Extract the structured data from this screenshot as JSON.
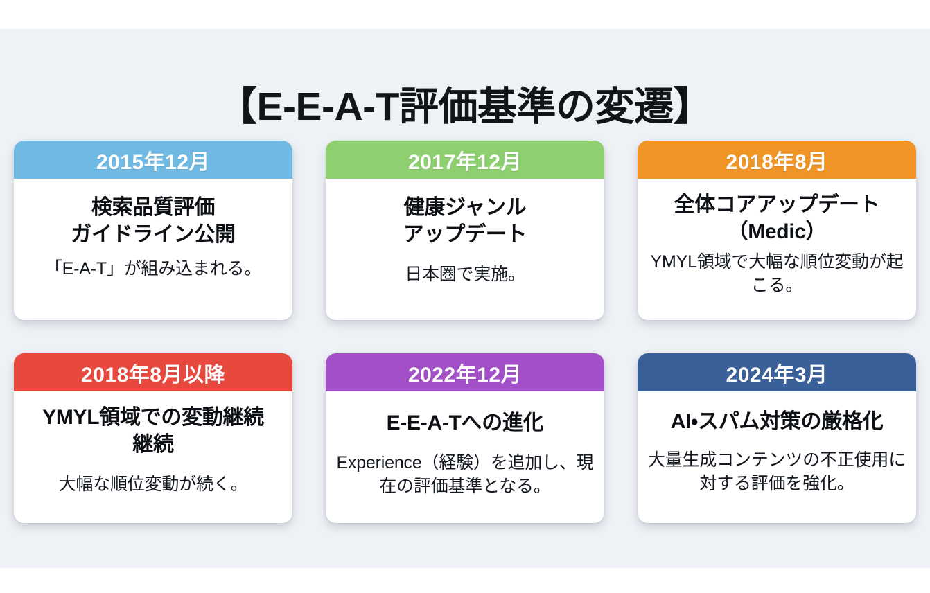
{
  "slide": {
    "title": "【E-E-A-T評価基準の変遷】",
    "background_color": "#eef1f5",
    "outer_background_color": "#ffffff"
  },
  "cards": [
    {
      "date": "2015年12月",
      "title": "検索品質評価\nガイドライン公開",
      "title_line1": "検索品質評価",
      "title_line2": "ガイドライン公開",
      "description": "「E-A-T」が組み込まれる。",
      "header_color": "#6fb9e2"
    },
    {
      "date": "2017年12月",
      "title": "健康ジャンル\nアップデート",
      "title_line1": "健康ジャンル",
      "title_line2": "アップデート",
      "description": "日本圏で実施。",
      "header_color": "#8ed070"
    },
    {
      "date": "2018年8月",
      "title": "全体コアアップデート\n（Medic）",
      "title_line1": "全体コアアップデート",
      "title_line2": "（Medic）",
      "description": "YMYL領域で大幅な順位変動が起こる。",
      "header_color": "#f09426"
    },
    {
      "date": "2018年8月以降",
      "title": "YMYL領域での変動継続継続",
      "title_line1": "YMYL領域での変動継続",
      "title_line2": "継続",
      "description": "大幅な順位変動が続く。",
      "header_color": "#e8493f"
    },
    {
      "date": "2022年12月",
      "title": "E-E-A-Tへの進化",
      "title_line1": "E-E-A-Tへの進化",
      "title_line2": "",
      "description": "Experience（経験）を追加し、現在の評価基準となる。",
      "header_color": "#a350c8"
    },
    {
      "date": "2024年3月",
      "title": "AI・スパム対策の厳格化",
      "title_line1": "AI・スパム対策の厳格化",
      "title_line2": "",
      "description": "大量生成コンテンツの不正使用に対する評価を強化。",
      "header_color": "#3a6099"
    }
  ]
}
